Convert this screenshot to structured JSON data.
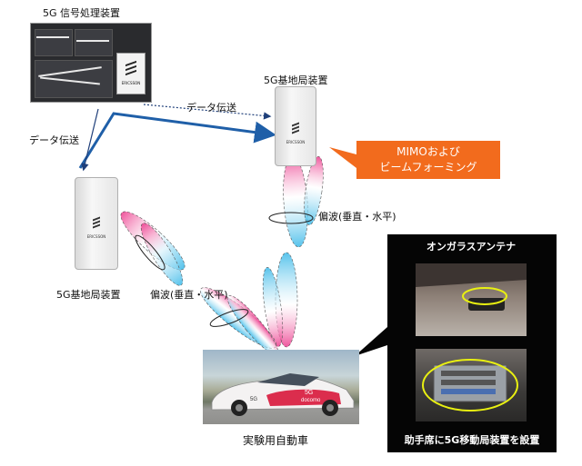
{
  "processor": {
    "title": "5G 信号処理装置",
    "brand": "ERICSSON"
  },
  "base_station_top": {
    "label": "5G基地局装置",
    "brand": "ERICSSON",
    "polarization": "偏波(垂直・水平)"
  },
  "base_station_left": {
    "label": "5G基地局装置",
    "brand": "ERICSSON",
    "polarization": "偏波(垂直・水平)"
  },
  "links": {
    "transfer_top": "データ伝送",
    "transfer_left": "データ伝送"
  },
  "callout": {
    "line1": "MIMOおよび",
    "line2": "ビームフォーミング",
    "color": "#f26b1d"
  },
  "inset": {
    "title": "オンガラスアンテナ",
    "caption": "助手席に5G移動局装置を設置"
  },
  "vehicle": {
    "caption": "実験用自動車",
    "car_text_5g": "5G",
    "car_text_docomo": "docomo",
    "car_text_side": "5G"
  },
  "colors": {
    "link_line": "#1f5fa8",
    "beam_pink": "#ec3a8c",
    "beam_cyan": "#39b8e8",
    "highlight_ring": "#e9f011"
  }
}
